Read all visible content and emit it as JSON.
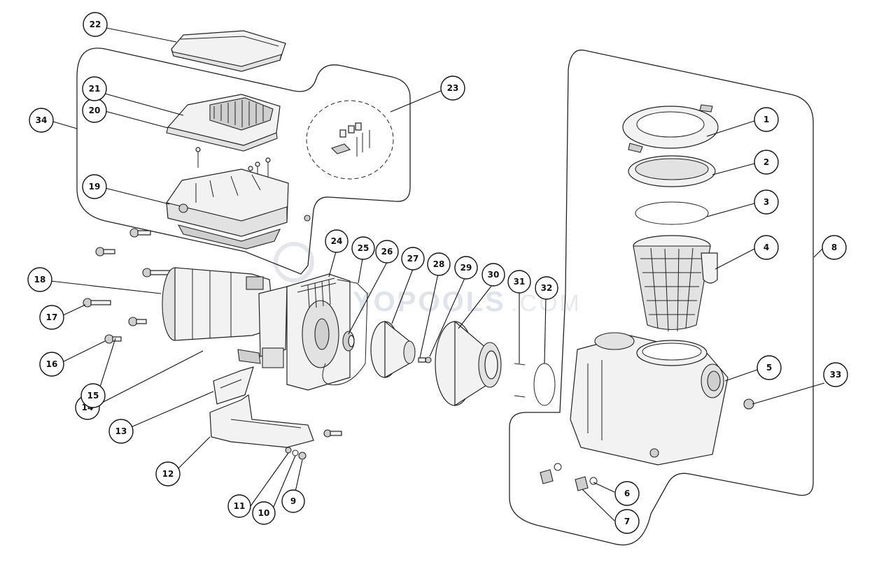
{
  "watermark": {
    "brand": "INYOPOOLS",
    "suffix": ".COM"
  },
  "callouts": [
    {
      "id": "1",
      "label": "1"
    },
    {
      "id": "2",
      "label": "2"
    },
    {
      "id": "3",
      "label": "3"
    },
    {
      "id": "4",
      "label": "4"
    },
    {
      "id": "5",
      "label": "5"
    },
    {
      "id": "6",
      "label": "6"
    },
    {
      "id": "7",
      "label": "7"
    },
    {
      "id": "8",
      "label": "8"
    },
    {
      "id": "9",
      "label": "9"
    },
    {
      "id": "10",
      "label": "10"
    },
    {
      "id": "11",
      "label": "11"
    },
    {
      "id": "12",
      "label": "12"
    },
    {
      "id": "13",
      "label": "13"
    },
    {
      "id": "14",
      "label": "14"
    },
    {
      "id": "15",
      "label": "15"
    },
    {
      "id": "16",
      "label": "16"
    },
    {
      "id": "17",
      "label": "17"
    },
    {
      "id": "18",
      "label": "18"
    },
    {
      "id": "19",
      "label": "19"
    },
    {
      "id": "20",
      "label": "20"
    },
    {
      "id": "21",
      "label": "21"
    },
    {
      "id": "22",
      "label": "22"
    },
    {
      "id": "23",
      "label": "23"
    },
    {
      "id": "24",
      "label": "24"
    },
    {
      "id": "25",
      "label": "25"
    },
    {
      "id": "26",
      "label": "26"
    },
    {
      "id": "27",
      "label": "27"
    },
    {
      "id": "28",
      "label": "28"
    },
    {
      "id": "29",
      "label": "29"
    },
    {
      "id": "30",
      "label": "30"
    },
    {
      "id": "31",
      "label": "31"
    },
    {
      "id": "32",
      "label": "32"
    },
    {
      "id": "33",
      "label": "33"
    },
    {
      "id": "34",
      "label": "34"
    }
  ]
}
